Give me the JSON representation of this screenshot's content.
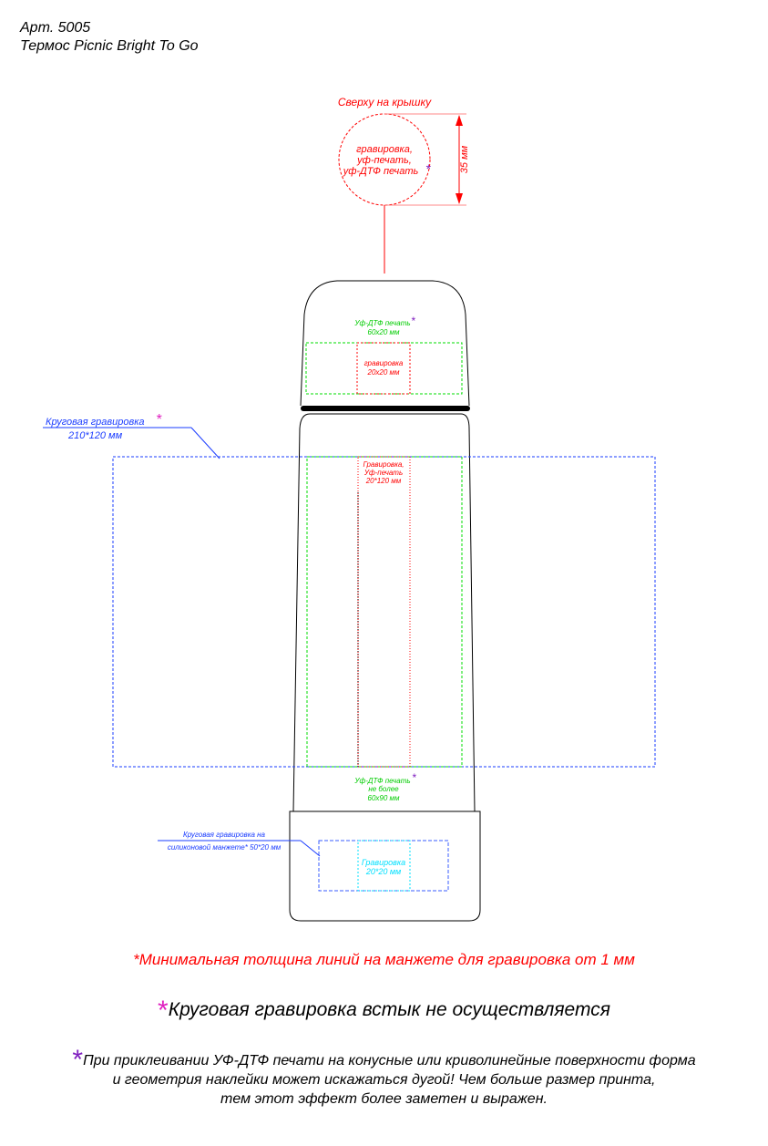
{
  "header": {
    "article": "Арт. 5005",
    "product": "Термос Picnic Bright To Go"
  },
  "lid": {
    "title": "Сверху на крышку",
    "line1": "гравировка,",
    "line2": "уф-печать,",
    "line3": "уф-ДТФ печать",
    "star": "*",
    "dimension": "35 мм"
  },
  "cap": {
    "uvdtf_label": "Уф-ДТФ печать",
    "star": "*",
    "uvdtf_size": "60x20 мм",
    "engrave_label": "гравировка",
    "engrave_size": "20x20 мм"
  },
  "body": {
    "circular_label": "Круговая гравировка",
    "star": "*",
    "circular_size": "210*120 мм",
    "center_line1": "Гравировка,",
    "center_line2": "Уф-печать",
    "center_size": "20*120 мм",
    "bottom_line1": "Уф-ДТФ печать",
    "bottom_line2": "не более",
    "bottom_size": "60x90 мм"
  },
  "sleeve": {
    "label_line1": "Круговая гравировка на",
    "label_line2": "силиконовой манжете* 50*20 мм",
    "engrave_label": "Гравировка",
    "engrave_size": "20*20 мм"
  },
  "notes": {
    "min_thickness": "*Минимальная толщина линий на манжете для гравировка от 1 мм",
    "star": "*",
    "no_seam": "Круговая гравировка встык не осуществляется",
    "warning_line1": "При приклеивании УФ-ДТФ печати на конусные или криволинейные поверхности форма",
    "warning_line2": "и геометрия наклейки может искажаться дугой! Чем больше размер принта,",
    "warning_line3": "тем этот эффект более заметен и выражен."
  },
  "colors": {
    "red": "#ff0000",
    "green": "#00dd00",
    "blue": "#1a3cff",
    "cyan": "#00e0ff",
    "purple": "#8020c0",
    "magenta": "#e020c0"
  }
}
